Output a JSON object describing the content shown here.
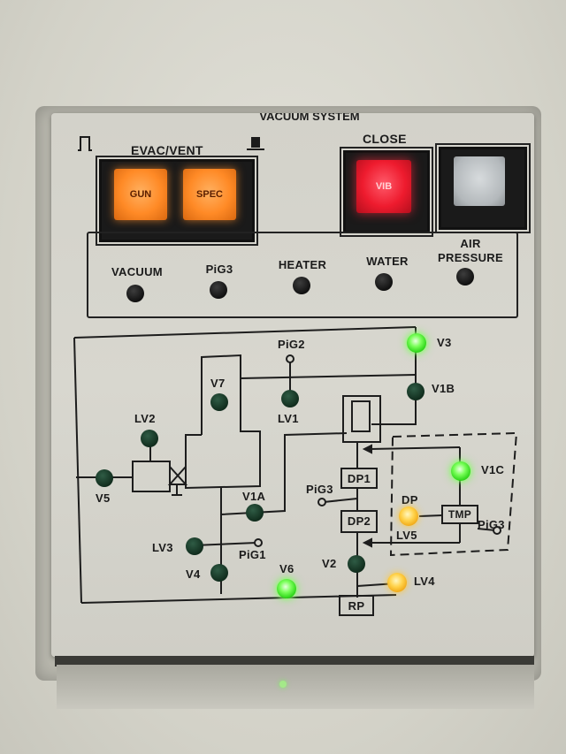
{
  "panel": {
    "heading": "VACUUM SYSTEM",
    "evac_vent_label": "EVAC/VENT",
    "close_label": "CLOSE",
    "buttons": {
      "gun": "GUN",
      "spec": "SPEC",
      "vib": "VIB"
    },
    "indicators": [
      "VACUUM",
      "PiG3",
      "HEATER",
      "WATER",
      "AIR\nPRESSURE"
    ]
  },
  "diagram": {
    "labels": {
      "pig2": "PiG2",
      "v3": "V3",
      "v7": "V7",
      "lv1": "LV1",
      "v1b": "V1B",
      "lv2": "LV2",
      "v5": "V5",
      "v1a": "V1A",
      "pig3_left": "PiG3",
      "dp1": "DP1",
      "dp2": "DP2",
      "v1c": "V1C",
      "dp": "DP",
      "tmp": "TMP",
      "lv5": "LV5",
      "pig3_right": "PiG3",
      "lv3": "LV3",
      "pig1": "PiG1",
      "v4": "V4",
      "v6": "V6",
      "v2": "V2",
      "lv4": "LV4",
      "rp": "RP"
    },
    "led_states": {
      "v3": "green",
      "v1c": "green",
      "v6": "green",
      "dp": "amber",
      "lv4": "amber",
      "v7": "off",
      "lv1": "off",
      "v1b": "off",
      "lv2": "off",
      "v5": "off",
      "v1a": "off",
      "lv3": "off",
      "v4": "off",
      "v2": "off"
    }
  },
  "colors": {
    "orange_button": "#ff8a26",
    "red_button": "#ee1b2e",
    "green_led": "#2fd61a",
    "amber_led": "#f0a816"
  }
}
